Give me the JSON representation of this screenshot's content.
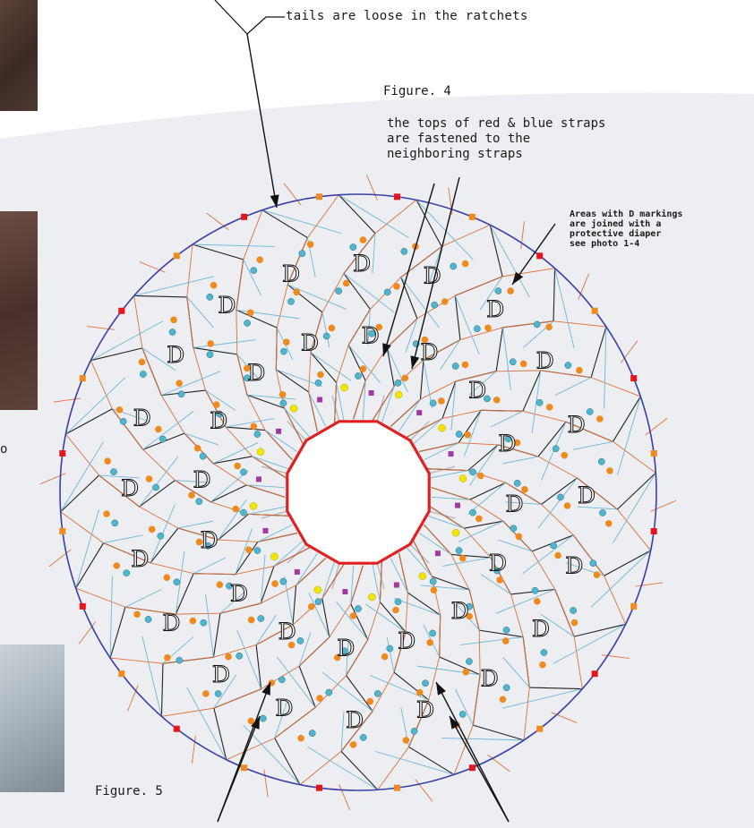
{
  "annotations": {
    "tails": "tails are loose in the ratchets",
    "figure4": "Figure. 4",
    "tops": "the tops of red & blue straps\nare fastened to the\nneighboring straps",
    "areas": "Areas with D markings\nare joined with a\nprotective diaper\nsee photo 1-4",
    "figure5": "Figure. 5",
    "stray": "o"
  },
  "marking_letter": "D",
  "colors": {
    "outer_ring": "#3b3fa6",
    "center_ring": "#e02020",
    "red_strap": "#e0703a",
    "blue_strap": "#6fb6d6",
    "black_strap": "#222222",
    "ratchet_red": "#e8141c",
    "ratchet_orange": "#f08a1e",
    "clip_yellow": "#f2e600",
    "clip_purple": "#a03aa0",
    "clip_cyan": "#4fb6cf",
    "panel_bg": "#eceef1"
  }
}
